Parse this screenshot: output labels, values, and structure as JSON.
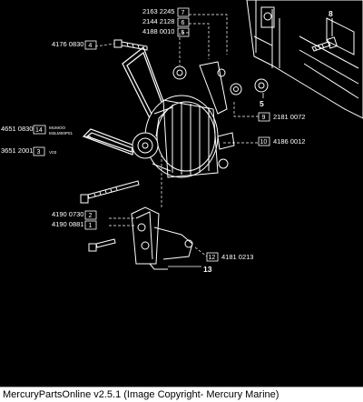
{
  "footer_text": "MercuryPartsOnline v2.5.1 (Image Copyright- Mercury Marine)",
  "part_labels": [
    {
      "number": "2163 2245",
      "box": "7"
    },
    {
      "number": "2144 2128",
      "box": "6"
    },
    {
      "number": "4188 0010",
      "box": "5"
    },
    {
      "number": "4176 0830",
      "box": "4"
    },
    {
      "number": "4651 0830",
      "box": "14"
    },
    {
      "number": "3651 2001",
      "box": "3"
    },
    {
      "number": "2181 0072",
      "box": "9"
    },
    {
      "number": "4186 0012",
      "box": "10"
    },
    {
      "number": "4190 0730",
      "box": "2"
    },
    {
      "number": "4190 0881",
      "box": "1"
    },
    {
      "number": "4181 0213",
      "box": "12"
    }
  ],
  "small_notes": [
    "MUMOO",
    "M3LM00P01",
    "V03"
  ],
  "callouts": [
    "8",
    "5",
    "13"
  ]
}
